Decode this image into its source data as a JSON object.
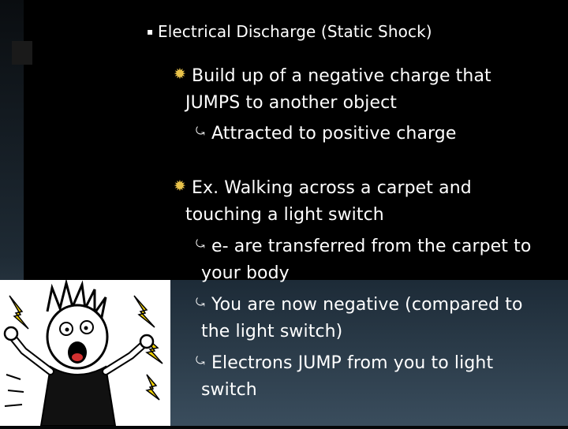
{
  "slide": {
    "title_bullet": "Electrical Discharge (Static Shock)",
    "points": [
      {
        "lines": [
          "Build up of a negative charge that",
          "JUMPS to another object"
        ],
        "subpoints": [
          {
            "lines": [
              "Attracted to positive charge"
            ]
          }
        ]
      },
      {
        "lines": [
          "Ex.  Walking across a carpet and",
          "touching a light switch"
        ],
        "subpoints": [
          {
            "lines": [
              "e- are transferred from the carpet to",
              "your body"
            ]
          },
          {
            "lines": [
              "You are now negative (compared to",
              "the light switch)"
            ]
          },
          {
            "lines": [
              "Electrons JUMP from you to light",
              "switch"
            ]
          }
        ]
      }
    ]
  },
  "icons": {
    "level1": "small-square-bullet-icon",
    "level2": "starburst-bullet-icon",
    "level3": "curved-arrow-bullet-icon"
  },
  "colors": {
    "starburst": "#e8c24a",
    "text": "#ffffff",
    "panel": "#000000"
  }
}
